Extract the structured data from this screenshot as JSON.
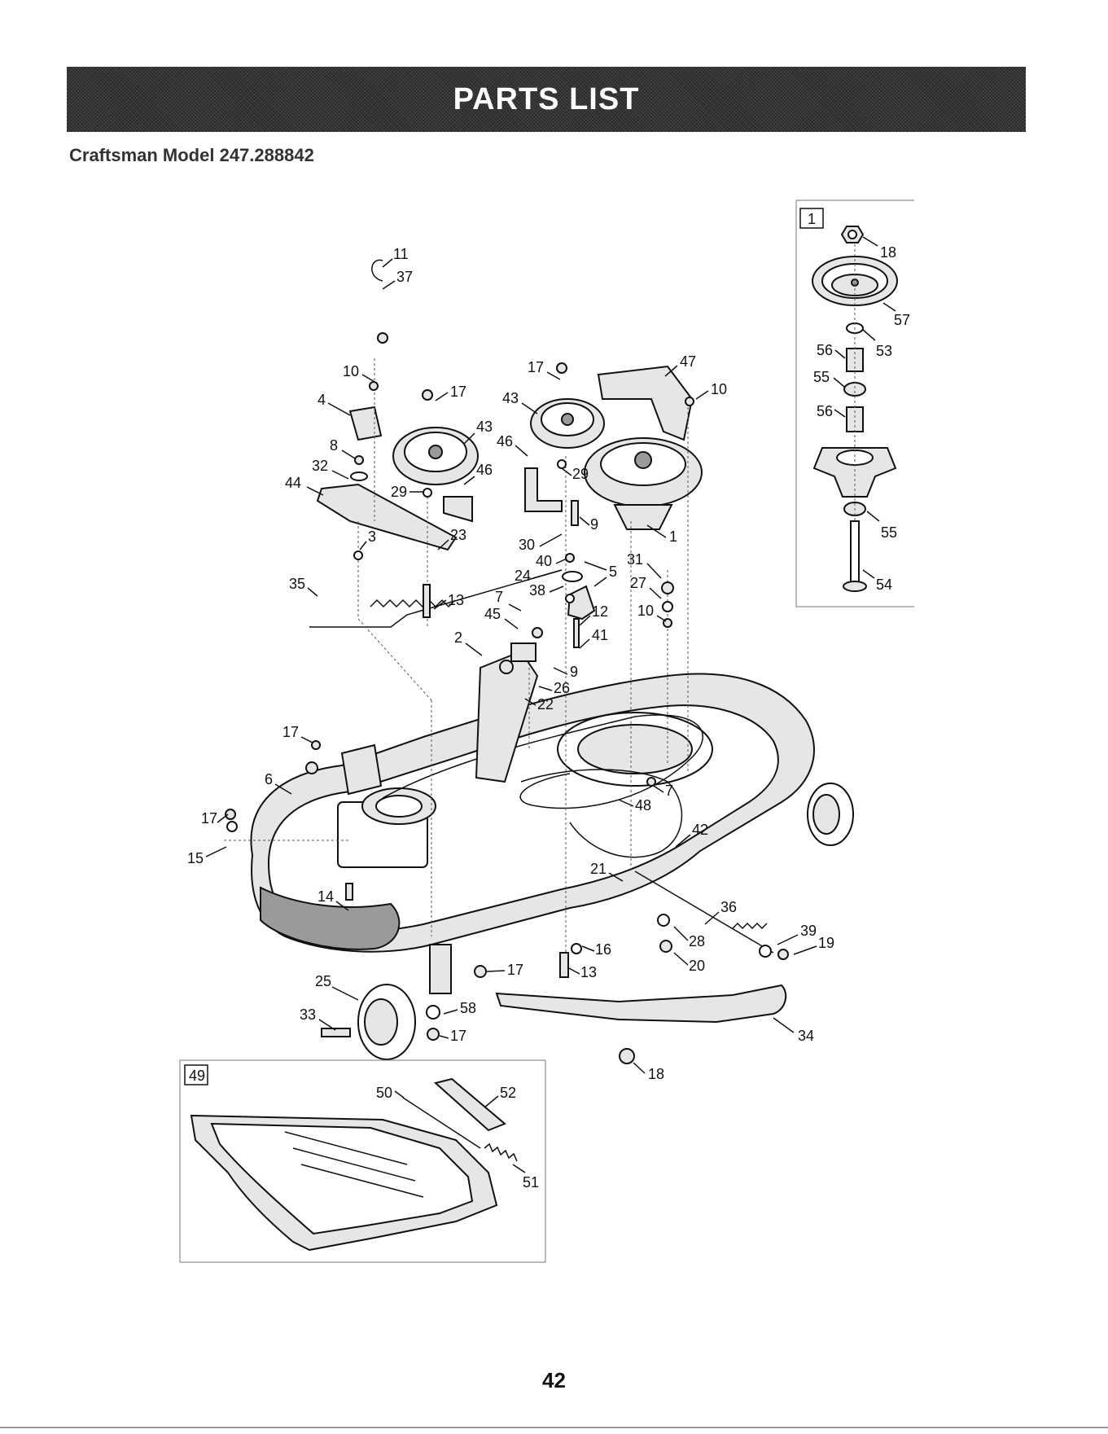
{
  "header": {
    "title": "PARTS LIST"
  },
  "model_line": "Craftsman Model 247.288842",
  "inset_spindle_label": "1",
  "inset_mulch_label": "49",
  "callouts": {
    "c11": "11",
    "c37": "37",
    "c10a": "10",
    "c4": "4",
    "c17a": "17",
    "c43a": "43",
    "c8": "8",
    "c32": "32",
    "c44": "44",
    "c29a": "29",
    "c46a": "46",
    "c3": "3",
    "c23": "23",
    "c35": "35",
    "c13a": "13",
    "c17b": "17",
    "c43b": "43",
    "c47": "47",
    "c10b": "10",
    "c46b": "46",
    "c29b": "29",
    "c9a": "9",
    "c30": "30",
    "c40": "40",
    "c1": "1",
    "c24": "24",
    "c38": "38",
    "c5": "5",
    "c31": "31",
    "c27": "27",
    "c10c": "10",
    "c12": "12",
    "c7a": "7",
    "c45": "45",
    "c41": "41",
    "c2": "2",
    "c9b": "9",
    "c26": "26",
    "c22": "22",
    "c17c": "17",
    "c6": "6",
    "c7b": "7",
    "c48": "48",
    "c17d": "17",
    "c15": "15",
    "c42": "42",
    "c21": "21",
    "c14": "14",
    "c36": "36",
    "c39": "39",
    "c19": "19",
    "c28": "28",
    "c16": "16",
    "c20": "20",
    "c17e": "17",
    "c13b": "13",
    "c25": "25",
    "c58": "58",
    "c33": "33",
    "c17f": "17",
    "c34": "34",
    "c18a": "18",
    "c18b": "18",
    "c57": "57",
    "c56a": "56",
    "c53": "53",
    "c55a": "55",
    "c56b": "56",
    "c55b": "55",
    "c54": "54",
    "c50": "50",
    "c52": "52",
    "c51": "51"
  },
  "page_number": "42"
}
